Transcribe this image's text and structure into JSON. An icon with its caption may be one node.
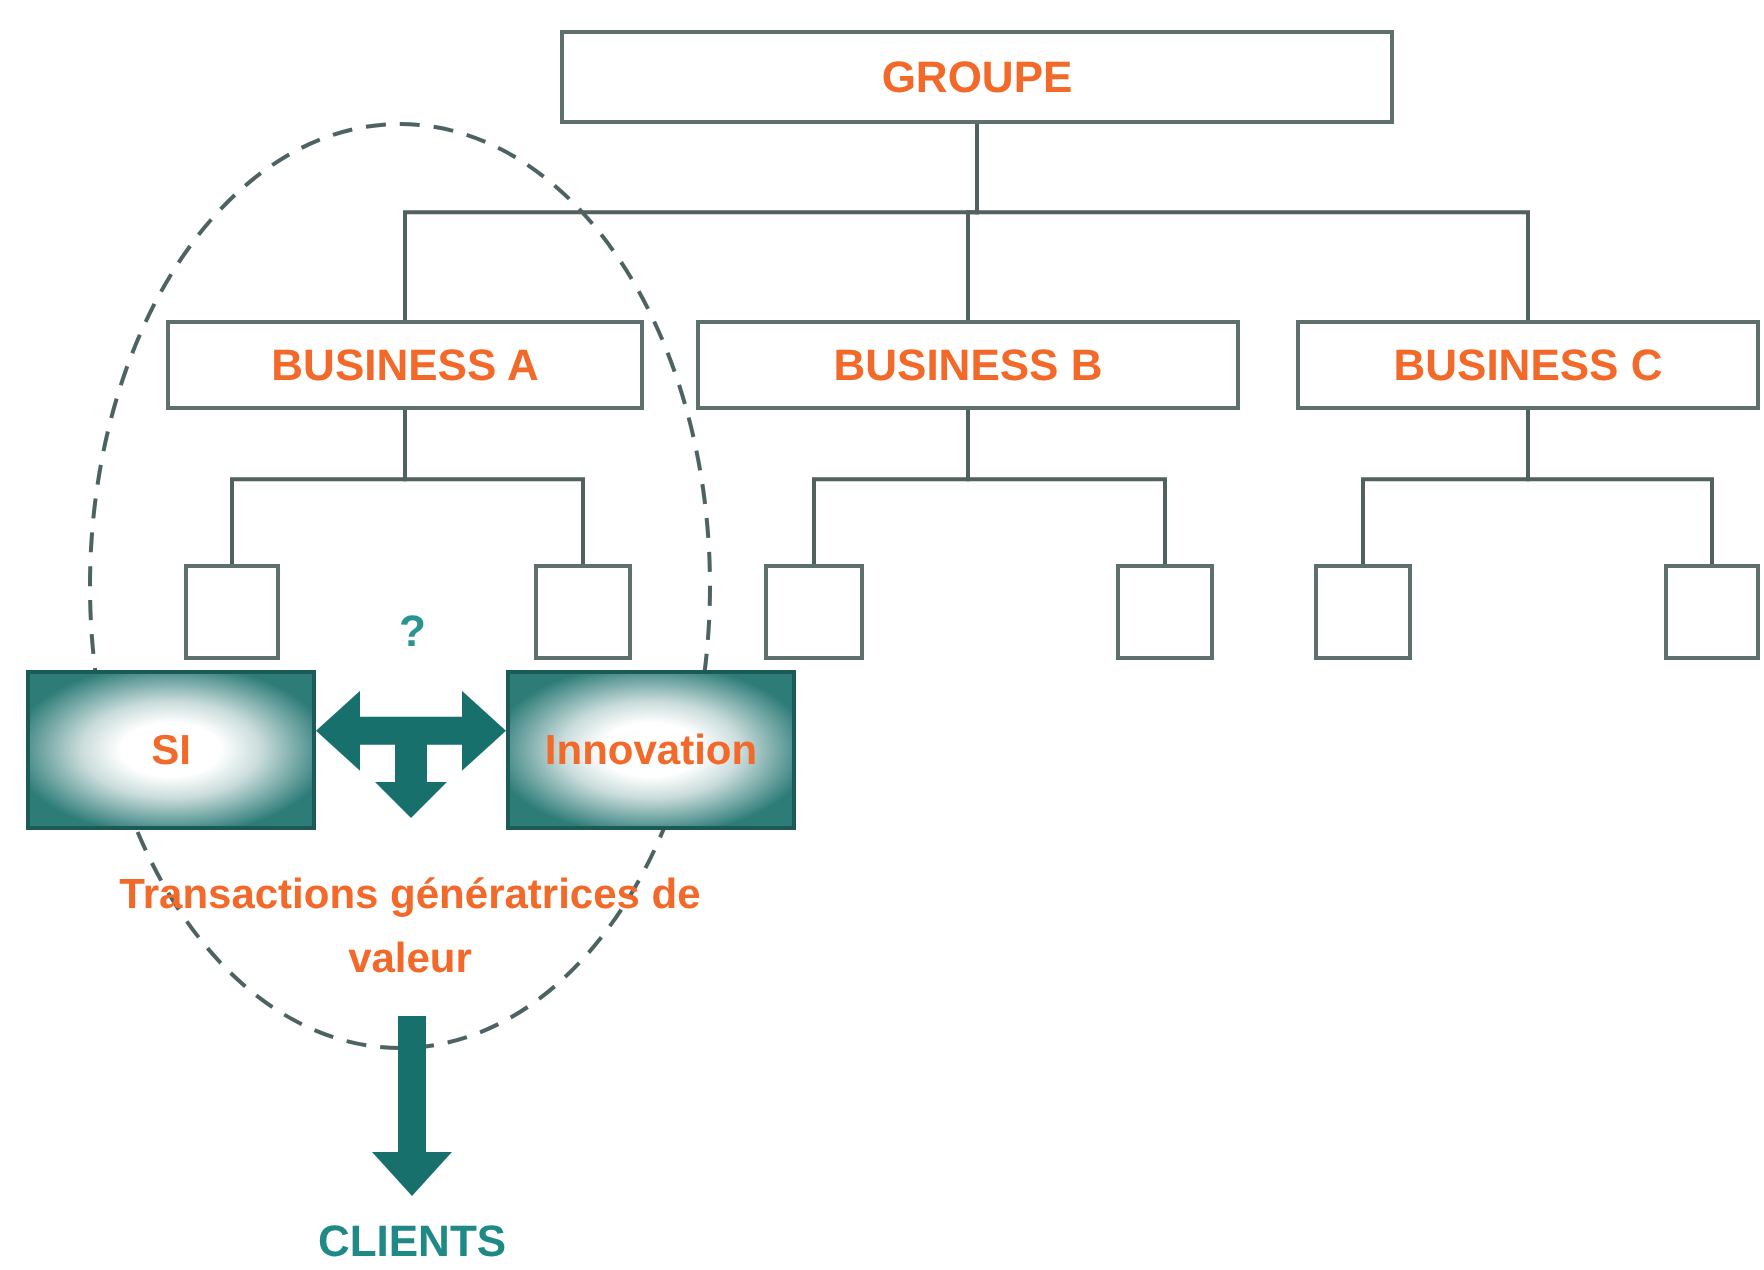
{
  "diagram": {
    "nodes": [
      {
        "text": [
          "GROUPE"
        ]
      },
      {
        "text": [
          "BUSINESS A"
        ]
      },
      {
        "text": [
          "BUSINESS B"
        ]
      },
      {
        "text": [
          "BUSINESS C"
        ]
      },
      {
        "text": [],
        "shape": "box"
      },
      {
        "text": [],
        "shape": "box"
      },
      {
        "text": [],
        "shape": "box"
      },
      {
        "text": [],
        "shape": "box"
      },
      {
        "text": [],
        "shape": "box"
      },
      {
        "text": [],
        "shape": "box"
      },
      {
        "text": [
          "SI"
        ]
      },
      {
        "text": [
          "Innovation"
        ]
      },
      {
        "text": [
          "CLIENTS"
        ]
      }
    ],
    "edges": [
      {
        "from": 0,
        "to": 1,
        "arrow": "none"
      },
      {
        "from": 0,
        "to": 2,
        "arrow": "none"
      },
      {
        "from": 0,
        "to": 3,
        "arrow": "none"
      },
      {
        "from": 1,
        "to": 4,
        "arrow": "none"
      },
      {
        "from": 1,
        "to": 5,
        "arrow": "none"
      },
      {
        "from": 2,
        "to": 6,
        "arrow": "none"
      },
      {
        "from": 2,
        "to": 7,
        "arrow": "none"
      },
      {
        "from": 3,
        "to": 8,
        "arrow": "none"
      },
      {
        "from": 3,
        "to": 9,
        "arrow": "none"
      },
      {
        "from": 10,
        "to": 11,
        "arrow": "both",
        "label": "?",
        "style": "thick",
        "color": "#17706c"
      },
      {
        "from": null,
        "to": 12,
        "arrow": "to",
        "style": "thick",
        "color": "#17706c"
      }
    ],
    "labels": [
      "Transactions génératrices de valeur"
    ]
  }
}
